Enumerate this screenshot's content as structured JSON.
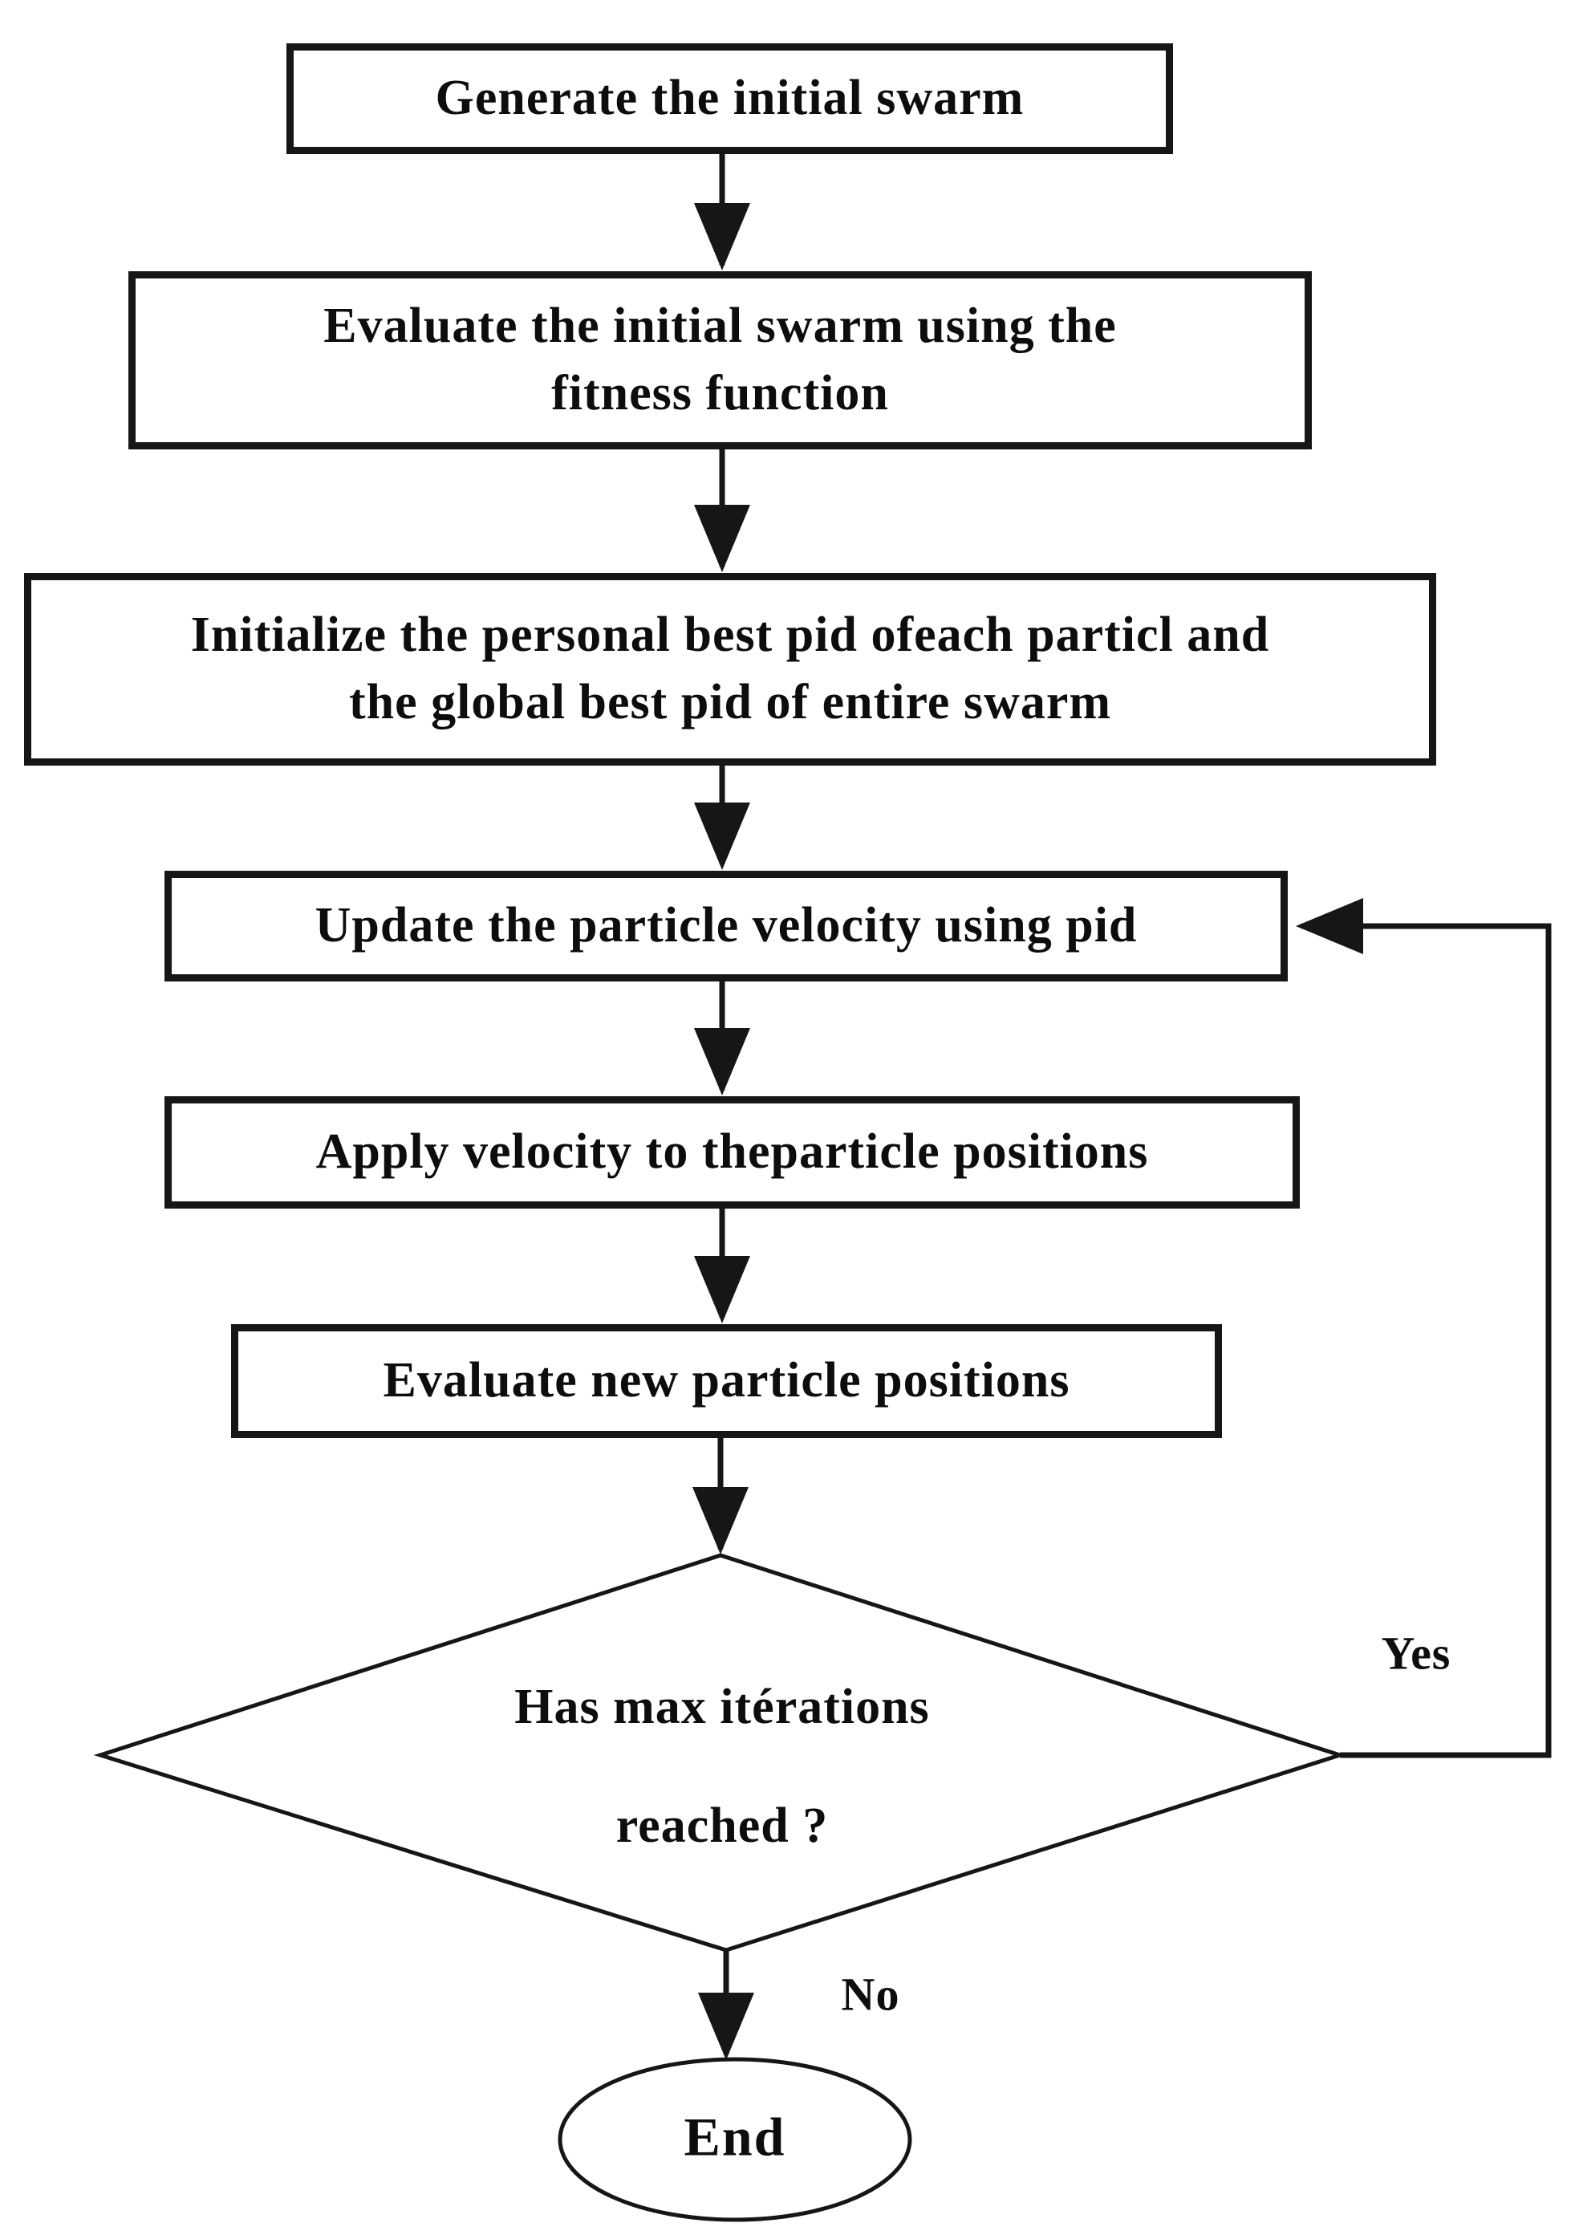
{
  "flowchart": {
    "colors": {
      "line": "#161616",
      "text": "#0d0d0d",
      "background": "#ffffff"
    },
    "nodes": [
      {
        "id": "generate",
        "shape": "process",
        "lines": [
          "Generate the initial swarm"
        ]
      },
      {
        "id": "evaluate-initial",
        "shape": "process",
        "lines": [
          "Evaluate the initial swarm using the",
          "fitness function"
        ]
      },
      {
        "id": "initialize-best",
        "shape": "process",
        "lines": [
          "Initialize the personal best pid ofeach particl and",
          "the global best pid of entire swarm"
        ]
      },
      {
        "id": "update-velocity",
        "shape": "process",
        "lines": [
          "Update the particle velocity using pid"
        ]
      },
      {
        "id": "apply-velocity",
        "shape": "process",
        "lines": [
          "Apply velocity to theparticle positions"
        ]
      },
      {
        "id": "evaluate-new",
        "shape": "process",
        "lines": [
          "Evaluate new particle positions"
        ]
      },
      {
        "id": "max-iterations",
        "shape": "decision",
        "lines": [
          "Has max itérations",
          "reached ?"
        ]
      },
      {
        "id": "end",
        "shape": "terminator",
        "lines": [
          "End"
        ]
      }
    ],
    "edge_labels": {
      "yes": "Yes",
      "no": "No"
    }
  }
}
